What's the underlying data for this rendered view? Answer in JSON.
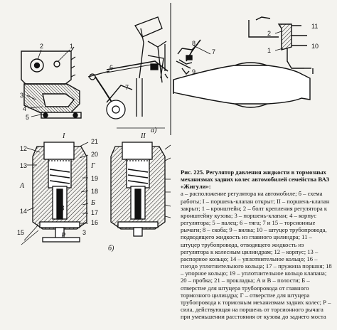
{
  "figure": {
    "number": "Рис. 225.",
    "title": "Регулятор давления жидкости в тормозных механизмах задних колес автомобилей семейства ВАЗ «Жигули»:",
    "legend": "а – расположение регулятора на автомобиле; б – схема работы; I – поршень-клапан открыт; II – поршень-клапан закрыт; 1 – кронштейн; 2 – болт крепления регулятора к кронштейну кузова; 3 – поршень-клапан; 4 – корпус регулятора; 5 – палец; 6 – тяга; 7 и 15 – торсионные рычаги; 8 – скоба; 9 – вилка; 10 – штуцер трубопровода, подводящего жидкость из главного цилиндра; 11 – штуцер трубопровода, отводящего жидкость из регулятора к колесным цилиндрам; 12 – корпус; 13 – распорное кольцо; 14 – уплотнительное кольцо; 16 – гнездо уплотнительного кольца; 17 – пружина поршня; 18 – упорное кольцо; 19 – уплотнительное кольцо клапана; 20 – пробка; 21 – прокладка; А и В – полости; Б – отверстие для штуцера трубопровода от главного тормозного цилиндра; Г – отверстие для штуцера трубопровода к тормозным механизмам задних колес; Р – сила, действующая на поршень от торсионного рычага при уменьшении расстояния от кузова до заднего моста"
  },
  "labels": {
    "a": "а)",
    "b": "б)",
    "I": "I",
    "II": "II",
    "n1": "1",
    "n2": "2",
    "n3": "3",
    "n4": "4",
    "n5": "5",
    "n6": "6",
    "n7": "7",
    "n8": "8",
    "n9": "9",
    "n10": "10",
    "n11": "11",
    "n12": "12",
    "n13": "13",
    "n14": "14",
    "n15": "15",
    "n16": "16",
    "n17": "17",
    "n18": "18",
    "n19": "19",
    "n20": "20",
    "n21": "21",
    "A": "А",
    "B": "Б",
    "V": "В",
    "G": "Г",
    "P": "Р"
  }
}
